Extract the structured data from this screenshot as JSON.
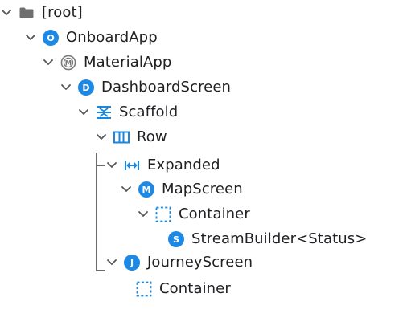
{
  "colors": {
    "badge_blue": "#1e88e5",
    "widget_blue": "#1a86dc",
    "material_gray": "#7a7a7a",
    "folder_gray": "#6f6f6f",
    "guide_gray": "#6b6b6b"
  },
  "tree": {
    "root": {
      "label": "[root]",
      "icon": "folder-icon"
    },
    "onboard_app": {
      "label": "OnboardApp",
      "badge": "O"
    },
    "material_app": {
      "label": "MaterialApp",
      "badge": "M"
    },
    "dashboard_screen": {
      "label": "DashboardScreen",
      "badge": "D"
    },
    "scaffold": {
      "label": "Scaffold",
      "icon": "scaffold-icon"
    },
    "row": {
      "label": "Row",
      "icon": "row-icon"
    },
    "expanded": {
      "label": "Expanded",
      "icon": "expanded-icon"
    },
    "map_screen": {
      "label": "MapScreen",
      "badge": "M"
    },
    "container_1": {
      "label": "Container",
      "icon": "container-icon"
    },
    "stream_builder": {
      "label": "StreamBuilder<Status>",
      "badge": "S"
    },
    "journey_screen": {
      "label": "JourneyScreen",
      "badge": "J"
    },
    "container_2": {
      "label": "Container",
      "icon": "container-icon"
    }
  }
}
